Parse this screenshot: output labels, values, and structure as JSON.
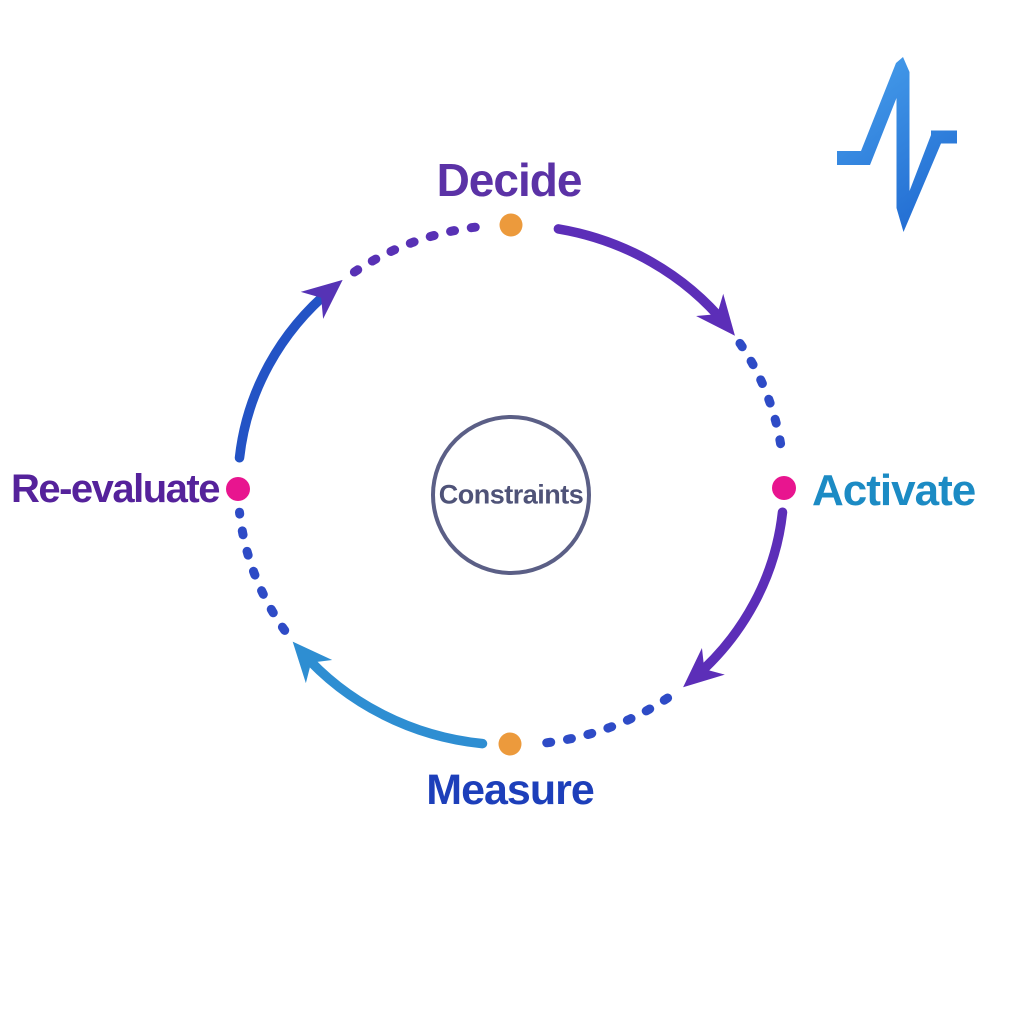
{
  "page": {
    "background_color": "#ffffff"
  },
  "logo": {
    "icon": "pulse-zigzag-icon",
    "gradient_start_color": "#48a0ec",
    "gradient_end_color": "#1d66cf"
  },
  "diagram": {
    "type": "cycle",
    "center": {
      "label": "Constraints",
      "text_color": "#4f5378",
      "ring_color": "#5b5f86"
    },
    "nodes": [
      {
        "label": "Decide",
        "position": "top",
        "text_color": "#5b32a6",
        "dot_color": "#ec9a3c"
      },
      {
        "label": "Activate",
        "position": "right",
        "text_color": "#1c8bc4",
        "dot_color": "#e8158f"
      },
      {
        "label": "Measure",
        "position": "bottom",
        "text_color": "#1d3fba",
        "dot_color": "#ec9a3c"
      },
      {
        "label": "Re-evaluate",
        "position": "left",
        "text_color": "#55229b",
        "dot_color": "#e8158f"
      }
    ],
    "arcs": [
      {
        "from": "Decide",
        "to": "Activate",
        "solid_color": "#5c2eb8",
        "arrowhead_color": "#5c2eb8",
        "dotted_color": "#2e4bc6"
      },
      {
        "from": "Activate",
        "to": "Measure",
        "solid_color": "#5c2eb8",
        "arrowhead_color": "#5c2eb8",
        "dotted_color": "#2e4bc6"
      },
      {
        "from": "Measure",
        "to": "Re-evaluate",
        "solid_color": "#2e8ed2",
        "arrowhead_color": "#2e8ed2",
        "dotted_color": "#2e4bc6"
      },
      {
        "from": "Re-evaluate",
        "to": "Decide",
        "solid_color": "#2353c5",
        "arrowhead_color": "#5633b5",
        "dotted_color": "#5831b5"
      }
    ]
  }
}
